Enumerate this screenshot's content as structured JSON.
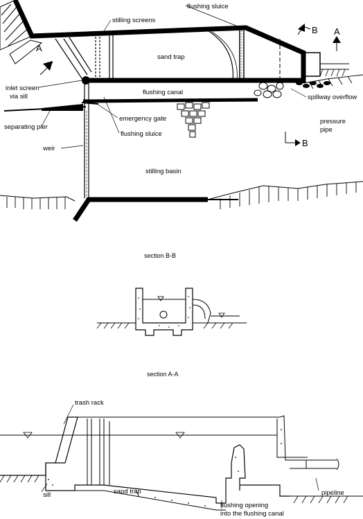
{
  "plan_view": {
    "labels": {
      "stilling_screens": "stilling screens",
      "flushing_sluice_top": "flushing sluice",
      "sand_trap": "sand trap",
      "flushing_canal": "flushing canal",
      "inlet_screen_line1": "inlet screen",
      "inlet_screen_line2": "via sill",
      "emergency_gate": "emergency gate",
      "flushing_sluice_mid": "flushing sluice",
      "separating_pier": "separating pier",
      "spillway_overflow": "spillway overflow",
      "pressure_pipe_line1": "pressure",
      "pressure_pipe_line2": "pipe",
      "weir": "weir",
      "stilling_basin": "stilling basin",
      "marker_a_left": "A",
      "marker_a_right": "A",
      "marker_b_top": "B",
      "marker_b_bottom": "B"
    }
  },
  "section_bb": {
    "title": "section B-B"
  },
  "section_aa": {
    "title": "section A-A",
    "labels": {
      "trash_rack": "trash rack",
      "sill": "sill",
      "sand_trap": "sand trap",
      "flushing_opening_line1": "flushing opening",
      "flushing_opening_line2": "into the flushing canal",
      "pipeline": "pipeline"
    }
  }
}
